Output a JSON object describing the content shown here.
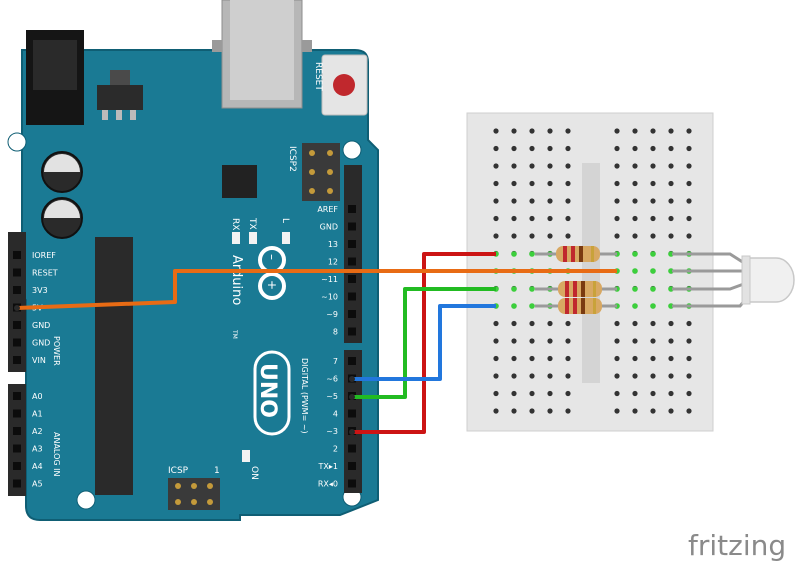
{
  "board": {
    "name": "UNO",
    "brand": "Arduino",
    "trademark": "TM",
    "reset_label": "RESET",
    "icsp2_label": "ICSP2",
    "icsp_label": "ICSP",
    "icsp_pin1": "1",
    "on_label": "ON",
    "tx_label": "TX",
    "rx_label": "RX",
    "l_label": "L",
    "digital_label": "DIGITAL (PWM= ~)",
    "power_label": "POWER",
    "analog_label": "ANALOG IN",
    "power_pins": [
      "IOREF",
      "RESET",
      "3V3",
      "5V",
      "GND",
      "GND",
      "VIN"
    ],
    "analog_pins": [
      "A0",
      "A1",
      "A2",
      "A3",
      "A4",
      "A5"
    ],
    "digital_pins_upper": [
      "AREF",
      "GND",
      "13",
      "12",
      "~11",
      "~10",
      "~9",
      "8"
    ],
    "digital_pins_lower": [
      "7",
      "~6",
      "~5",
      "4",
      "~3",
      "2",
      "TX▸1",
      "RX◂0"
    ]
  },
  "footer": {
    "brand": "fritzing"
  },
  "colors": {
    "board": "#1a7a94",
    "board_edge": "#0f5e74",
    "wire_red": "#cc1414",
    "wire_green": "#22bb22",
    "wire_blue": "#2277dd",
    "wire_orange": "#e86b14",
    "lead_grey": "#9a9a9a",
    "breadboard": "#e6e6e6"
  }
}
